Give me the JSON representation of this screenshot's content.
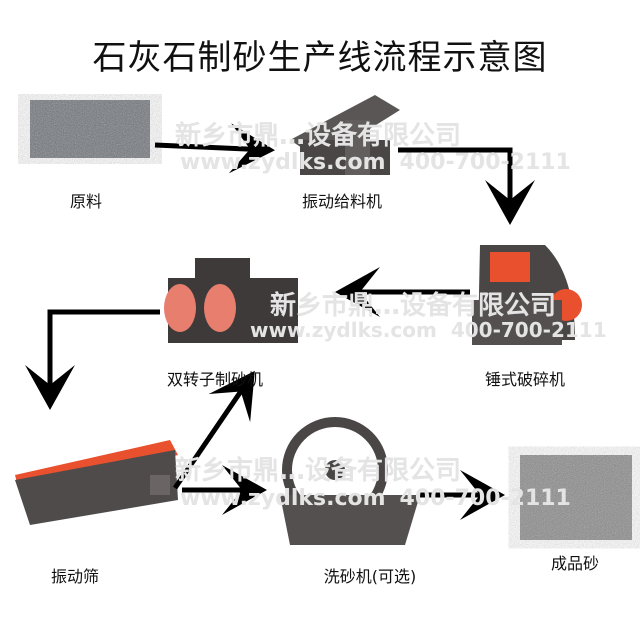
{
  "title": "石灰石制砂生产线流程示意图",
  "watermark": {
    "company": "新乡市鼎…设备有限公司",
    "website": "www.zydlks.com",
    "phone": "400-700-2111"
  },
  "steps": [
    {
      "label": "原料"
    },
    {
      "label": "振动给料机"
    },
    {
      "label": "锤式破碎机"
    },
    {
      "label": "双转子制砂机"
    },
    {
      "label": "振动筛"
    },
    {
      "label": "洗砂机(可选)"
    },
    {
      "label": "成品砂"
    }
  ],
  "colors": {
    "machine": "#4a4646",
    "accent": "#e8502e",
    "arrow": "#000000"
  }
}
